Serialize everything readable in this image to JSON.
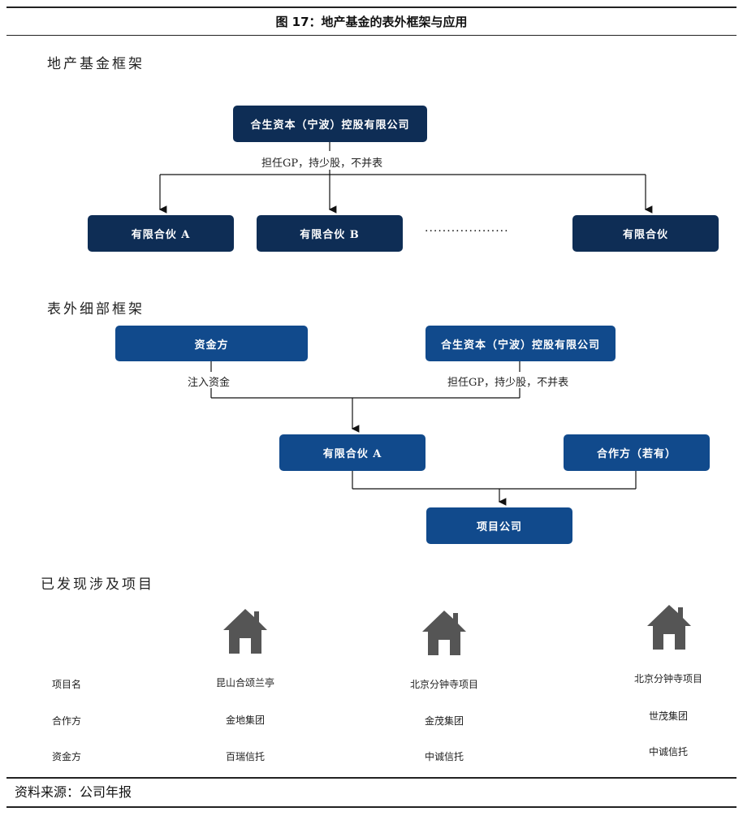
{
  "header": {
    "title": "图 17：地产基金的表外框架与应用"
  },
  "section1": {
    "heading": "地产基金框架",
    "top_box": "合生资本（宁波）控股有限公司",
    "edge_label": "担任GP，持少股，不并表",
    "children": [
      "有限合伙 A",
      "有限合伙 B",
      "有限合伙"
    ],
    "ellipsis": "···················"
  },
  "section2": {
    "heading": "表外细部框架",
    "funder_box": "资金方",
    "gp_box": "合生资本（宁波）控股有限公司",
    "funder_edge": "注入资金",
    "gp_edge": "担任GP，持少股，不并表",
    "lp_box": "有限合伙 A",
    "partner_box": "合作方（若有）",
    "project_box": "项目公司"
  },
  "section3": {
    "heading": "已发现涉及项目",
    "row_labels": [
      "项目名",
      "合作方",
      "资金方"
    ],
    "projects": [
      {
        "name": "昆山合颂兰亭",
        "partner": "金地集团",
        "funder": "百瑞信托"
      },
      {
        "name": "北京分钟寺项目",
        "partner": "金茂集团",
        "funder": "中诚信托"
      },
      {
        "name": "北京分钟寺项目",
        "partner": "世茂集团",
        "funder": "中诚信托"
      }
    ],
    "icon": "house-icon"
  },
  "footer": {
    "source": "资料来源：公司年报"
  },
  "colors": {
    "dark_box": "#0e2d55",
    "mid_box": "#114a8c",
    "icon": "#555555"
  }
}
